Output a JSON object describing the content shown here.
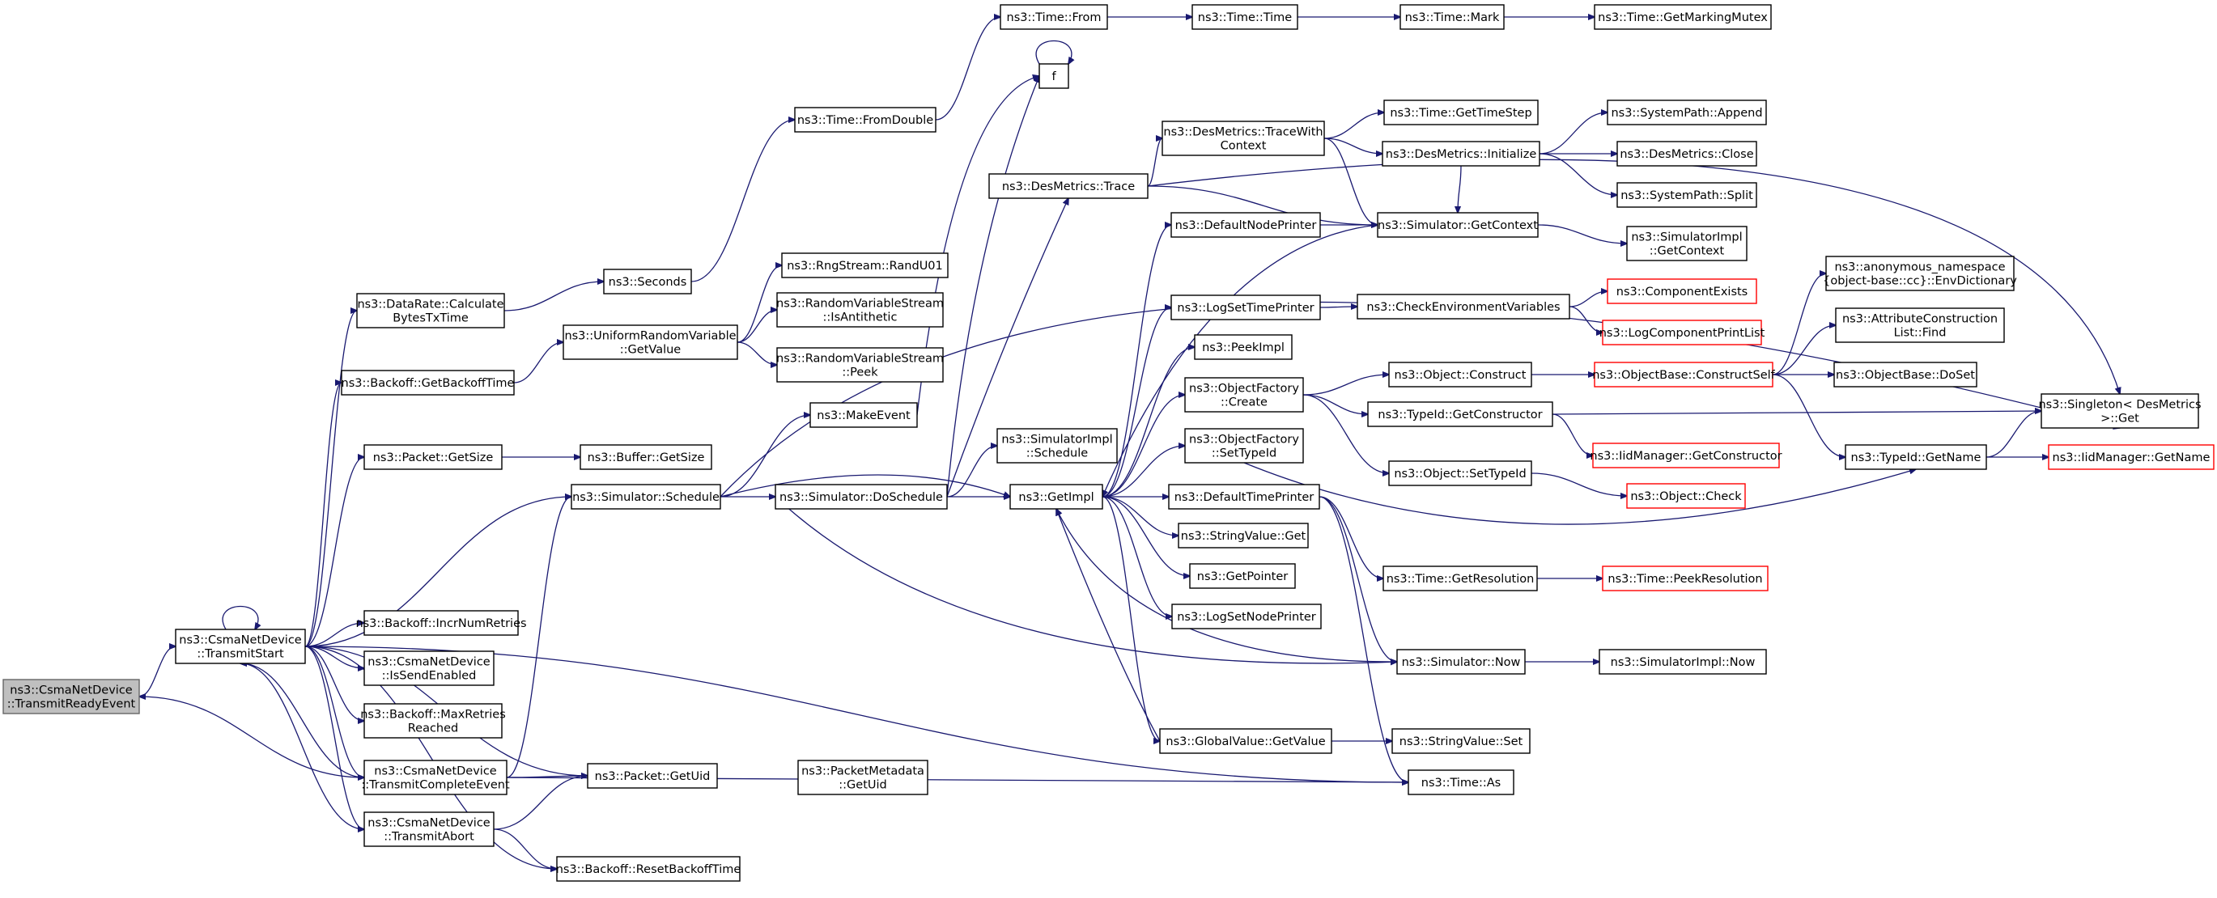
{
  "colors": {
    "edge": "#191970",
    "node_border": "#000000",
    "node_border_incomplete": "#ff0000",
    "root_fill": "#bfbfbf",
    "background": "#ffffff"
  },
  "nodes": [
    {
      "id": "root",
      "lines": [
        "ns3::CsmaNetDevice",
        "::TransmitReadyEvent"
      ],
      "style": "root"
    },
    {
      "id": "ts",
      "lines": [
        "ns3::CsmaNetDevice",
        "::TransmitStart"
      ]
    },
    {
      "id": "tce",
      "lines": [
        "ns3::CsmaNetDevice",
        "::TransmitCompleteEvent"
      ]
    },
    {
      "id": "ta",
      "lines": [
        "ns3::CsmaNetDevice",
        "::TransmitAbort"
      ]
    },
    {
      "id": "dr",
      "lines": [
        "ns3::DataRate::Calculate",
        "BytesTxTime"
      ]
    },
    {
      "id": "gbt",
      "lines": [
        "ns3::Backoff::GetBackoffTime"
      ]
    },
    {
      "id": "pgs",
      "lines": [
        "ns3::Packet::GetSize"
      ]
    },
    {
      "id": "sch",
      "lines": [
        "ns3::Simulator::Schedule"
      ]
    },
    {
      "id": "inr",
      "lines": [
        "ns3::Backoff::IncrNumRetries"
      ]
    },
    {
      "id": "ise",
      "lines": [
        "ns3::CsmaNetDevice",
        "::IsSendEnabled"
      ]
    },
    {
      "id": "mrr",
      "lines": [
        "ns3::Backoff::MaxRetries",
        "Reached"
      ]
    },
    {
      "id": "pgu",
      "lines": [
        "ns3::Packet::GetUid"
      ]
    },
    {
      "id": "rbt",
      "lines": [
        "ns3::Backoff::ResetBackoffTime"
      ]
    },
    {
      "id": "sec",
      "lines": [
        "ns3::Seconds"
      ]
    },
    {
      "id": "urv",
      "lines": [
        "ns3::UniformRandomVariable",
        "::GetValue"
      ]
    },
    {
      "id": "bgs",
      "lines": [
        "ns3::Buffer::GetSize"
      ]
    },
    {
      "id": "me",
      "lines": [
        "ns3::MakeEvent"
      ]
    },
    {
      "id": "ds",
      "lines": [
        "ns3::Simulator::DoSchedule"
      ]
    },
    {
      "id": "pmu",
      "lines": [
        "ns3::PacketMetadata",
        "::GetUid"
      ]
    },
    {
      "id": "tfd",
      "lines": [
        "ns3::Time::FromDouble"
      ]
    },
    {
      "id": "rng",
      "lines": [
        "ns3::RngStream::RandU01"
      ]
    },
    {
      "id": "rvsa",
      "lines": [
        "ns3::RandomVariableStream",
        "::IsAntithetic"
      ]
    },
    {
      "id": "rvsp",
      "lines": [
        "ns3::RandomVariableStream",
        "::Peek"
      ]
    },
    {
      "id": "tf",
      "lines": [
        "ns3::Time::From"
      ]
    },
    {
      "id": "f",
      "lines": [
        "f"
      ]
    },
    {
      "id": "dmt",
      "lines": [
        "ns3::DesMetrics::Trace"
      ]
    },
    {
      "id": "sis",
      "lines": [
        "ns3::SimulatorImpl",
        "::Schedule"
      ]
    },
    {
      "id": "gi",
      "lines": [
        "ns3::GetImpl"
      ]
    },
    {
      "id": "tt",
      "lines": [
        "ns3::Time::Time"
      ]
    },
    {
      "id": "dmtwc",
      "lines": [
        "ns3::DesMetrics::TraceWith",
        "Context"
      ]
    },
    {
      "id": "dnp",
      "lines": [
        "ns3::DefaultNodePrinter"
      ]
    },
    {
      "id": "lstp",
      "lines": [
        "ns3::LogSetTimePrinter"
      ]
    },
    {
      "id": "pi",
      "lines": [
        "ns3::PeekImpl"
      ]
    },
    {
      "id": "ofc",
      "lines": [
        "ns3::ObjectFactory",
        "::Create"
      ]
    },
    {
      "id": "ofs",
      "lines": [
        "ns3::ObjectFactory",
        "::SetTypeId"
      ]
    },
    {
      "id": "dtp",
      "lines": [
        "ns3::DefaultTimePrinter"
      ]
    },
    {
      "id": "svg",
      "lines": [
        "ns3::StringValue::Get"
      ]
    },
    {
      "id": "gp",
      "lines": [
        "ns3::GetPointer"
      ]
    },
    {
      "id": "lsnp",
      "lines": [
        "ns3::LogSetNodePrinter"
      ]
    },
    {
      "id": "gvgv",
      "lines": [
        "ns3::GlobalValue::GetValue"
      ]
    },
    {
      "id": "tm",
      "lines": [
        "ns3::Time::Mark"
      ]
    },
    {
      "id": "tgts",
      "lines": [
        "ns3::Time::GetTimeStep"
      ]
    },
    {
      "id": "dmi",
      "lines": [
        "ns3::DesMetrics::Initialize"
      ]
    },
    {
      "id": "sgc",
      "lines": [
        "ns3::Simulator::GetContext"
      ]
    },
    {
      "id": "cev",
      "lines": [
        "ns3::CheckEnvironmentVariables"
      ]
    },
    {
      "id": "oc",
      "lines": [
        "ns3::Object::Construct"
      ]
    },
    {
      "id": "tgc",
      "lines": [
        "ns3::TypeId::GetConstructor"
      ]
    },
    {
      "id": "ost",
      "lines": [
        "ns3::Object::SetTypeId"
      ]
    },
    {
      "id": "tgr",
      "lines": [
        "ns3::Time::GetResolution"
      ]
    },
    {
      "id": "sn",
      "lines": [
        "ns3::Simulator::Now"
      ]
    },
    {
      "id": "svs",
      "lines": [
        "ns3::StringValue::Set"
      ]
    },
    {
      "id": "tas",
      "lines": [
        "ns3::Time::As"
      ]
    },
    {
      "id": "tgmm",
      "lines": [
        "ns3::Time::GetMarkingMutex"
      ]
    },
    {
      "id": "spa",
      "lines": [
        "ns3::SystemPath::Append"
      ]
    },
    {
      "id": "dmc",
      "lines": [
        "ns3::DesMetrics::Close"
      ]
    },
    {
      "id": "sps",
      "lines": [
        "ns3::SystemPath::Split"
      ]
    },
    {
      "id": "sigc",
      "lines": [
        "ns3::SimulatorImpl",
        "::GetContext"
      ]
    },
    {
      "id": "ce",
      "lines": [
        "ns3::ComponentExists"
      ],
      "style": "red"
    },
    {
      "id": "lcpl",
      "lines": [
        "ns3::LogComponentPrintList"
      ],
      "style": "red"
    },
    {
      "id": "obcs",
      "lines": [
        "ns3::ObjectBase::ConstructSelf"
      ],
      "style": "red"
    },
    {
      "id": "imgc",
      "lines": [
        "ns3::IidManager::GetConstructor"
      ],
      "style": "red"
    },
    {
      "id": "ochk",
      "lines": [
        "ns3::Object::Check"
      ],
      "style": "red"
    },
    {
      "id": "tpr",
      "lines": [
        "ns3::Time::PeekResolution"
      ],
      "style": "red"
    },
    {
      "id": "sin",
      "lines": [
        "ns3::SimulatorImpl::Now"
      ]
    },
    {
      "id": "anon",
      "lines": [
        "ns3::anonymous_namespace",
        "{object-base::cc}::EnvDictionary"
      ]
    },
    {
      "id": "acl",
      "lines": [
        "ns3::AttributeConstruction",
        "List::Find"
      ]
    },
    {
      "id": "obds",
      "lines": [
        "ns3::ObjectBase::DoSet"
      ]
    },
    {
      "id": "tgn",
      "lines": [
        "ns3::TypeId::GetName"
      ]
    },
    {
      "id": "sdm",
      "lines": [
        "ns3::Singleton< DesMetrics",
        " >::Get"
      ]
    },
    {
      "id": "imgn",
      "lines": [
        "ns3::IidManager::GetName"
      ],
      "style": "red"
    }
  ]
}
